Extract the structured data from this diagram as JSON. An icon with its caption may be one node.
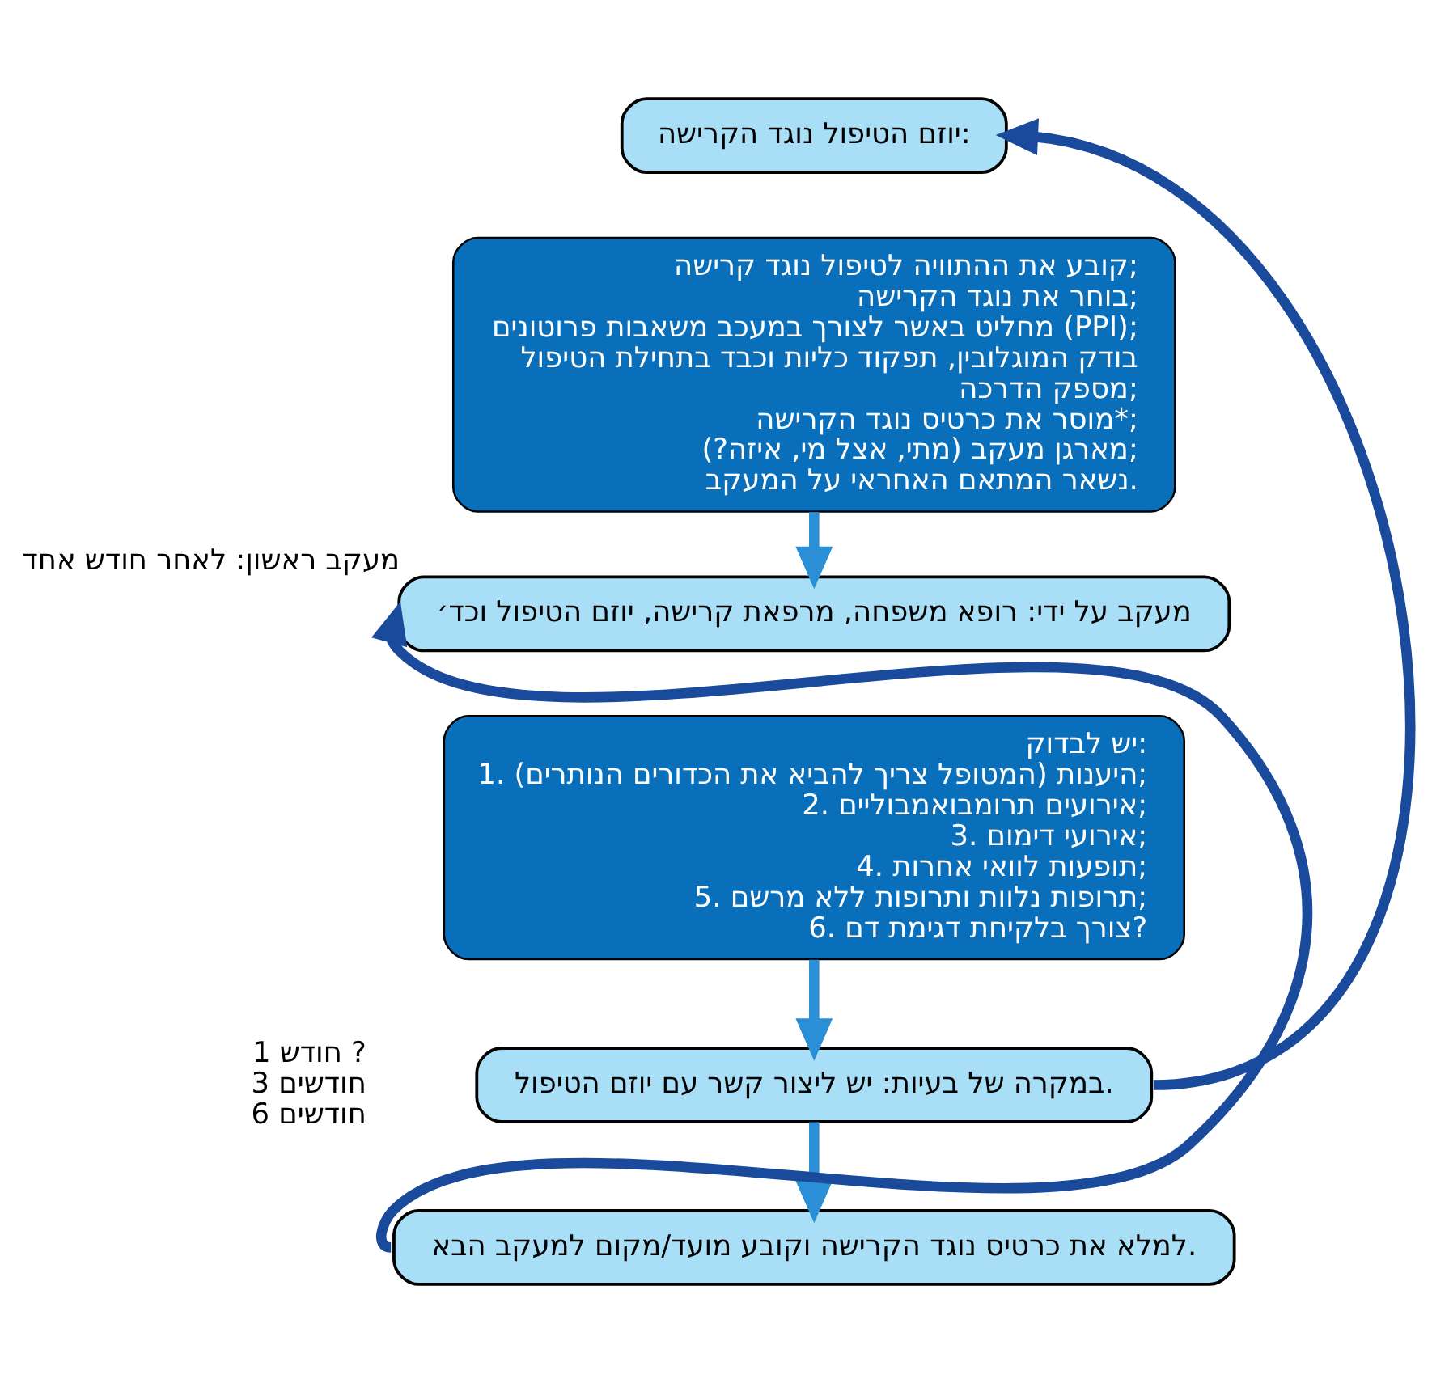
{
  "diagram": {
    "nodes": [
      {
        "text": [
          "יוזם הטיפול נוגד הקרישה:"
        ]
      },
      {
        "text": [
          "קובע את ההתוויה לטיפול נוגד קרישה;",
          "בוחר את נוגד הקרישה;",
          "מחליט באשר לצורך במעכב משאבות פרוטונים (PPI);",
          "בודק המוגלובין, תפקוד כליות וכבד בתחילת הטיפול",
          "מספק הדרכה;",
          "מוסר את כרטיס נוגד הקרישה*;",
          "מארגן מעקב (מתי, אצל מי, איזה?);",
          "נשאר המתאם האחראי על המעקב."
        ]
      },
      {
        "text": [
          "מעקב על ידי: רופא משפחה, מרפאת קרישה, יוזם הטיפול וכד׳"
        ],
        "beside": [
          "מעקב ראשון: לאחר חודש אחד"
        ]
      },
      {
        "text": [
          "יש לבדוק:",
          "1. היענות (המטופל צריך להביא את הכדורים הנותרים);",
          "2. אירועים תרומבואמבוליים;",
          "3. אירועי דימום;",
          "4. תופעות לוואי אחרות;",
          "5. תרופות נלוות ותרופות ללא מרשם;",
          "6. צורך בלקיחת דגימת דם?"
        ]
      },
      {
        "text": [
          "במקרה של בעיות: יש ליצור קשר עם יוזם הטיפול."
        ]
      },
      {
        "text": [
          "למלא את כרטיס נוגד הקרישה וקובע מועד/מקום למעקב הבא."
        ]
      }
    ],
    "edges": [
      {
        "from": 1,
        "to": 2,
        "arrow": "to"
      },
      {
        "from": 3,
        "to": 4,
        "arrow": "to"
      },
      {
        "from": 4,
        "to": 5,
        "arrow": "to"
      },
      {
        "from": 4,
        "to": 0,
        "arrow": "to",
        "color": "#1a4a9c"
      },
      {
        "from": 5,
        "to": 2,
        "arrow": "to",
        "color": "#1a4a9c"
      }
    ],
    "labels": [
      "1 חודש ?",
      "3 חודשים",
      "6 חודשים"
    ]
  }
}
